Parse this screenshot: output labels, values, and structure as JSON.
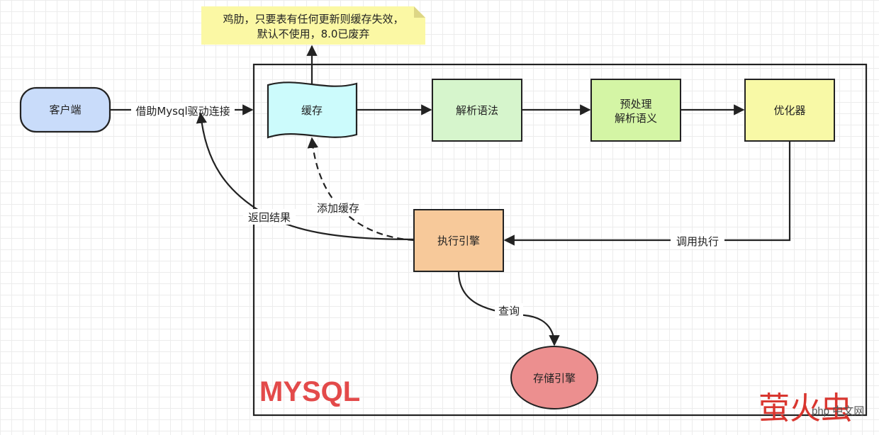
{
  "note": {
    "line1": "鸡肋，只要表有任何更新则缓存失效，",
    "line2": "默认不使用，8.0已废弃"
  },
  "container": {
    "title": "MYSQL"
  },
  "nodes": {
    "client": "客户端",
    "cache": "缓存",
    "parser": "解析语法",
    "preprocess_line1": "预处理",
    "preprocess_line2": "解析语义",
    "optimizer": "优化器",
    "executor": "执行引擎",
    "storage": "存储引擎"
  },
  "edges": {
    "connect": "借助Mysql驱动连接",
    "add_cache": "添加缓存",
    "return_result": "返回结果",
    "call_execute": "调用执行",
    "query": "查询"
  },
  "watermark": {
    "big": "萤火虫",
    "small": "php 中文网"
  },
  "colors": {
    "client": "#c9dcfa",
    "cache": "#ccfbfc",
    "parser": "#d6f5cc",
    "preprocess": "#d4f5a5",
    "optimizer": "#f8f9a6",
    "executor": "#f7c99a",
    "storage": "#ec8f8f",
    "note": "#fbf8a4",
    "mysql_title": "#e34a4a"
  }
}
